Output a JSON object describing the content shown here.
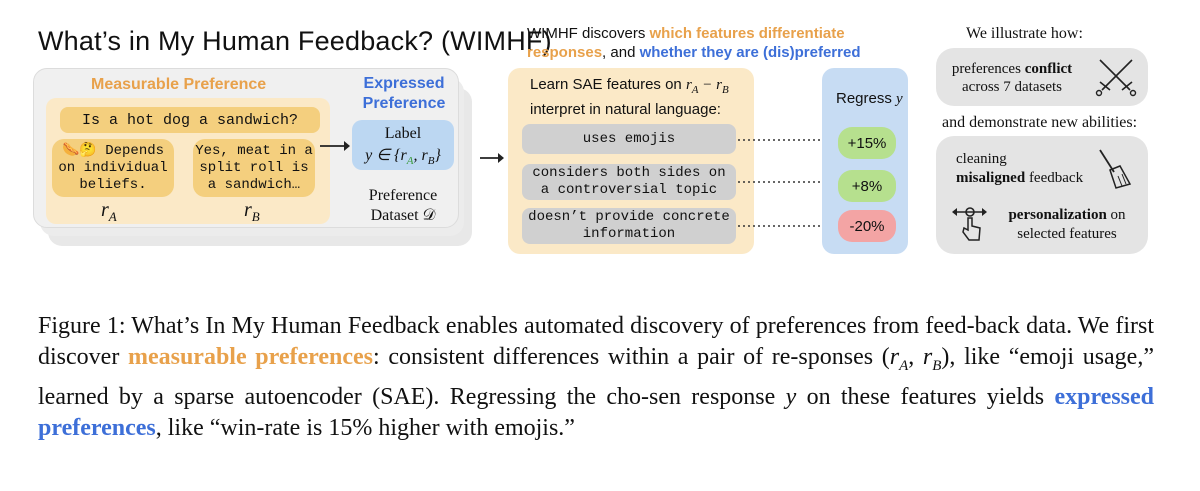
{
  "figure": {
    "title": "What’s in My Human Feedback? (WIMHF)",
    "measurable": {
      "heading": "Measurable Preference",
      "prompt": "Is a hot dog a sandwich?",
      "response_a": [
        "🌭🤔 Depends",
        "on individual",
        "beliefs."
      ],
      "response_b": [
        "Yes, meat in a",
        "split roll is",
        "a sandwich…"
      ],
      "label_a": "r",
      "label_a_sub": "A",
      "label_b": "r",
      "label_b_sub": "B"
    },
    "expressed": {
      "heading_line1": "Expressed",
      "heading_line2": "Preference",
      "label_title": "Label",
      "label_formula": "y ∈ {r",
      "label_sub_a": "A",
      "label_mid": ", r",
      "label_sub_b": "B",
      "label_end": "}",
      "dataset_line1": "Preference",
      "dataset_line2": "Dataset 𝒟"
    },
    "discovery": {
      "header_plain1": "WIMHF discovers ",
      "header_orange": "which features differentiate",
      "header_orange2": "responses",
      "header_plain2": ", and ",
      "header_blue": "whether they are (dis)preferred",
      "learn_line1": "Learn SAE features on ",
      "learn_math": "r",
      "learn_sub_a": "A",
      "learn_minus": " − r",
      "learn_sub_b": "B",
      "learn_line2": "interpret in natural language:",
      "features": [
        {
          "lines": [
            "uses emojis"
          ]
        },
        {
          "lines": [
            "considers both sides on",
            "a controversial topic"
          ]
        },
        {
          "lines": [
            "doesn’t provide concrete",
            "information"
          ]
        }
      ],
      "regress_label": "Regress ",
      "regress_var": "y",
      "coefficients": [
        "+15%",
        "+8%",
        "-20%"
      ]
    },
    "illustrate": {
      "heading": "We illustrate how:",
      "conflict_pre": "preferences ",
      "conflict_bold": "conflict",
      "conflict_line2": "across 7 datasets",
      "demonstrate": "and demonstrate new abilities:",
      "cleaning_line1": "cleaning",
      "cleaning_bold": "misaligned",
      "cleaning_post": " feedback",
      "personalization_bold": "personalization",
      "personalization_post": " on",
      "personalization_line2": "selected features"
    },
    "colors": {
      "orange": "#e8a14b",
      "blue": "#3d6fd8",
      "positive": "#b6e08e",
      "negative": "#f3a4a4"
    },
    "icons": [
      "hot-dog-emoji",
      "thinking-emoji",
      "crossed-swords-icon",
      "broom-icon",
      "finger-slider-icon",
      "arrow-icon"
    ]
  },
  "caption": {
    "t1": "Figure 1:   What’s In My Human Feedback enables automated discovery of preferences from feed-back data.  We first discover ",
    "orange": "measurable preferences",
    "t2": ":  consistent differences within a pair of re-sponses (",
    "pair_a": "r",
    "pair_a_sub": "A",
    "pair_sep": ", ",
    "pair_b": "r",
    "pair_b_sub": "B",
    "t3": "), like “emoji usage,” learned by a sparse autoencoder (SAE). Regressing the cho-sen response ",
    "var_y": "y",
    "t4": " on these features yields ",
    "blue": "expressed preferences",
    "t5": ", like “win-rate is 15% higher with emojis.”"
  }
}
